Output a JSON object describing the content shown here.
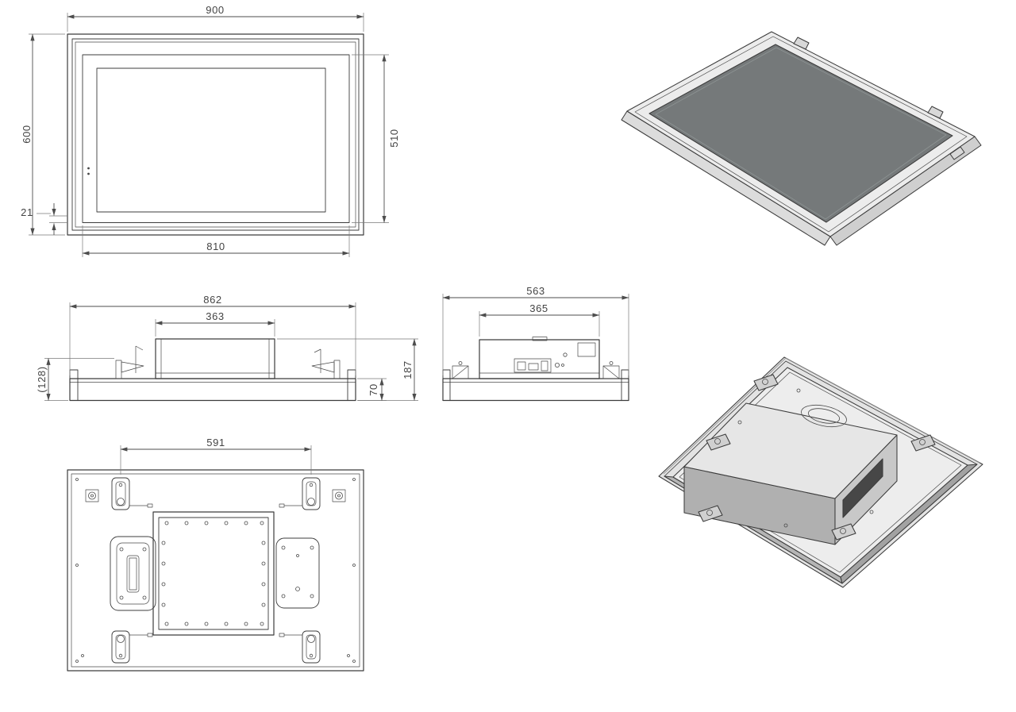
{
  "drawing": {
    "front": {
      "overall_width": "900",
      "overall_height": "600",
      "viewport_width": "810",
      "viewport_height": "510",
      "bezel_offset": "21"
    },
    "side": {
      "overall_length": "862",
      "enclosure_length": "363",
      "clip_height_ref": "(128)",
      "overall_height": "187",
      "frame_height": "70"
    },
    "end": {
      "overall_depth": "563",
      "enclosure_depth": "365"
    },
    "rear": {
      "bracket_spacing": "591"
    }
  },
  "colors": {
    "line": "#3c3c3c",
    "dim": "#4d4d4d",
    "screen": "#75797a",
    "frame_light": "#ececec",
    "flange_left": "#dcdcdc",
    "flange_right": "#cfcfcf",
    "panel": "#ededed",
    "outer_trim": "#e3e3e3",
    "gasket_left": "#b5b5b5",
    "gasket_right": "#a2a2a2",
    "box_top": "#e6e6e6",
    "box_front": "#b0b0b0",
    "box_side": "#c8c8c8",
    "slot_dark": "#474747",
    "clip_metal": "#d8d8d8"
  }
}
